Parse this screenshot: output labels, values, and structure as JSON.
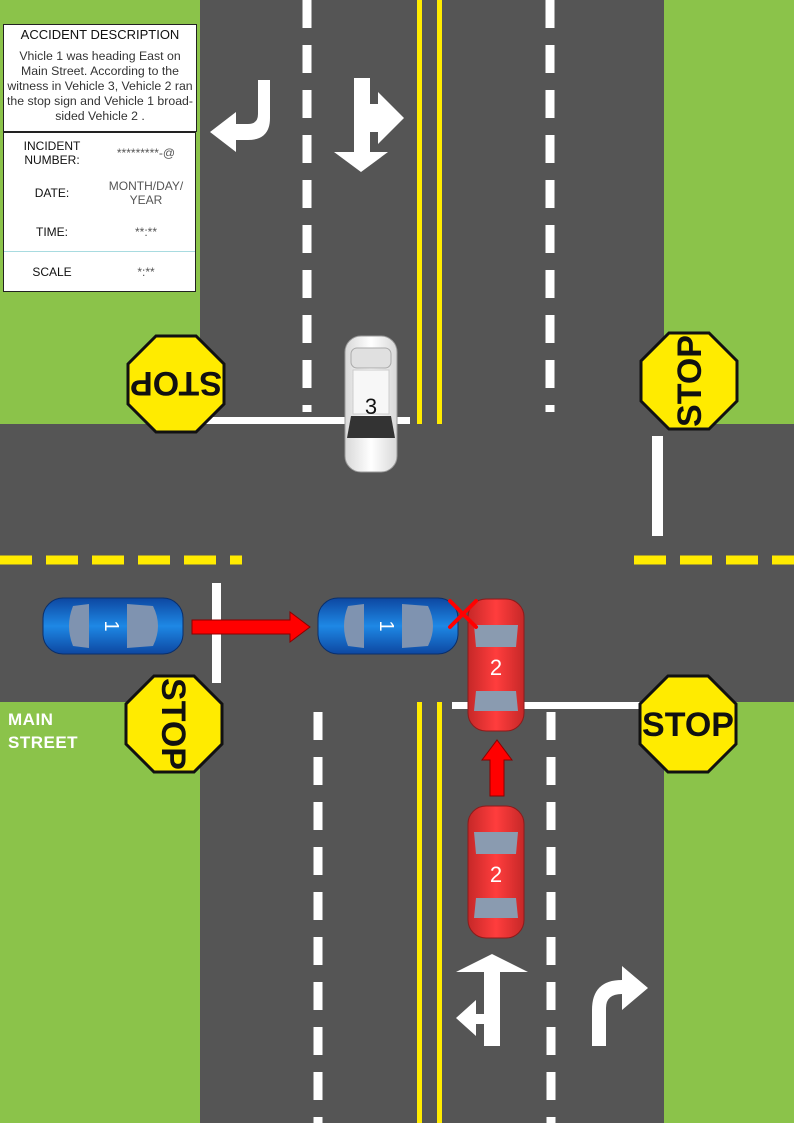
{
  "accident_description": {
    "title": "ACCIDENT DESCRIPTION",
    "text": "Vhicle 1 was heading East on Main Street. According to the witness in Vehicle 3, Vehicle 2 ran the stop sign and Vehicle 1 broad-sided Vehicle 2 ."
  },
  "incident_info": {
    "incident_number_label": "INCIDENT NUMBER:",
    "incident_number_value": "*********-@",
    "date_label": "DATE:",
    "date_value": "MONTH/DAY/ YEAR",
    "time_label": "TIME:",
    "time_value": "**:**",
    "scale_label": "SCALE",
    "scale_value": "*:**"
  },
  "street_label": "MAIN STREET",
  "stop_sign_text": "STOP",
  "vehicles": [
    {
      "id": "1",
      "color": "#1565c0",
      "role": "east-bound, before collision"
    },
    {
      "id": "1",
      "color": "#1565c0",
      "role": "at collision"
    },
    {
      "id": "2",
      "color": "#e53935",
      "role": "north-bound, before stop"
    },
    {
      "id": "2",
      "color": "#e53935",
      "role": "at collision"
    },
    {
      "id": "3",
      "color": "#f5f5f5",
      "role": "witness, south-bound"
    }
  ],
  "colors": {
    "grass": "#8bc34a",
    "road": "#555555",
    "centerline": "#ffeb00",
    "lane_marking": "#ffffff",
    "stop_sign": "#ffeb00",
    "motion_arrow": "#ff0000",
    "impact_mark": "#ff0000"
  }
}
